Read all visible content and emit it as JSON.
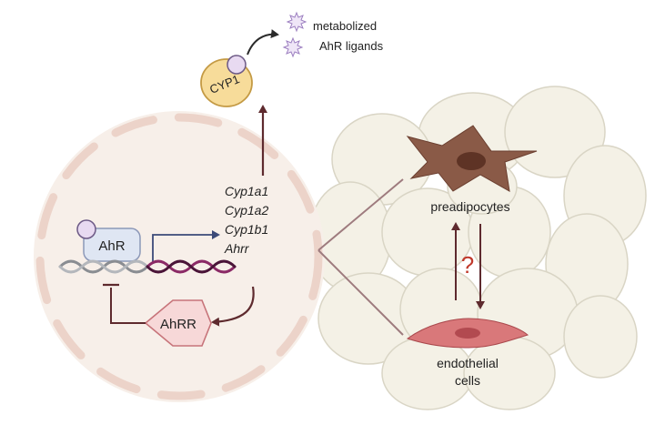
{
  "labels": {
    "metabolized_line1": "metabolized",
    "metabolized_line2": "AhR ligands",
    "cyp1": "CYP1",
    "ahr": "AhR",
    "genes": [
      "Cyp1a1",
      "Cyp1a2",
      "Cyp1b1",
      "Ahrr"
    ],
    "ahrr": "AhRR",
    "question_mark": "?",
    "preadipocytes": "preadipocytes",
    "endothelial_line1": "endothelial",
    "endothelial_line2": "cells"
  },
  "colors": {
    "nucleus_fill": "#f7efe9",
    "nucleus_dash": "#ecd3c9",
    "arrow_dark": "#5e2a2e",
    "ahr_box_fill": "#dfe6f3",
    "ahr_box_stroke": "#8c98b8",
    "ligand_circle": "#e8daf1",
    "ligand_stroke": "#6d5a86",
    "cyp1_fill": "#f7dc9a",
    "cyp1_stroke": "#c49a44",
    "ahrr_fill": "#f7d8d8",
    "ahrr_stroke": "#c7747a",
    "dna_gray": "#8a8d92",
    "dna_purple": "#8b2a66",
    "preadipocyte_fill": "#8a5a47",
    "endothelial_fill": "#d9787a",
    "adipocyte_fill": "#f4f1e6",
    "adipocyte_stroke": "#d9d5c5",
    "question_color": "#c0392b",
    "star_color": "#b69ad1"
  }
}
